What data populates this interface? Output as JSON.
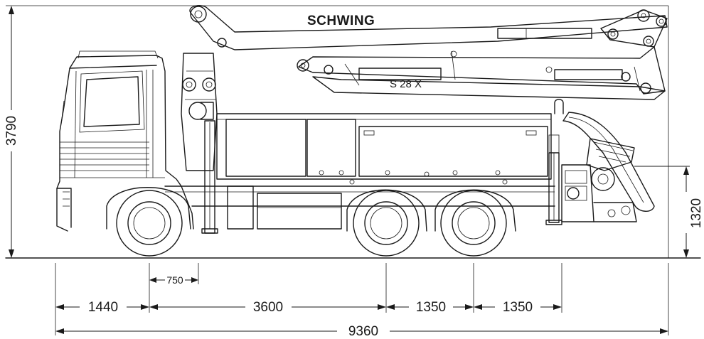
{
  "drawing": {
    "brand_label": "SCHWING",
    "model_label": "S 28 X"
  },
  "dimensions": {
    "overall_height": "3790",
    "rear_height": "1320",
    "front_overhang": "1440",
    "outrigger_offset": "750",
    "wheelbase": "3600",
    "axle_spacing_1": "1350",
    "axle_spacing_2": "1350",
    "overall_length": "9360"
  },
  "colors": {
    "line": "#1a1a1a",
    "background": "#ffffff"
  }
}
